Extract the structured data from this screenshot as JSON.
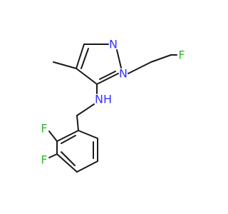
{
  "molecule": {
    "atoms": [
      {
        "name": "pyrazole-ring-n2",
        "symbol": "N",
        "color": "#3333ff"
      },
      {
        "name": "pyrazole-ring-n1",
        "symbol": "N",
        "color": "#3333ff"
      },
      {
        "name": "fluoroethyl-f",
        "symbol": "F",
        "color": "#33bb33"
      },
      {
        "name": "amine-nh",
        "symbol": "N",
        "hydrogen": "H",
        "color": "#3333ff"
      },
      {
        "name": "aryl-f-ortho",
        "symbol": "F",
        "color": "#33bb33"
      },
      {
        "name": "aryl-f-meta",
        "symbol": "F",
        "color": "#33bb33"
      }
    ],
    "bond_color": "#1a1a1a"
  }
}
